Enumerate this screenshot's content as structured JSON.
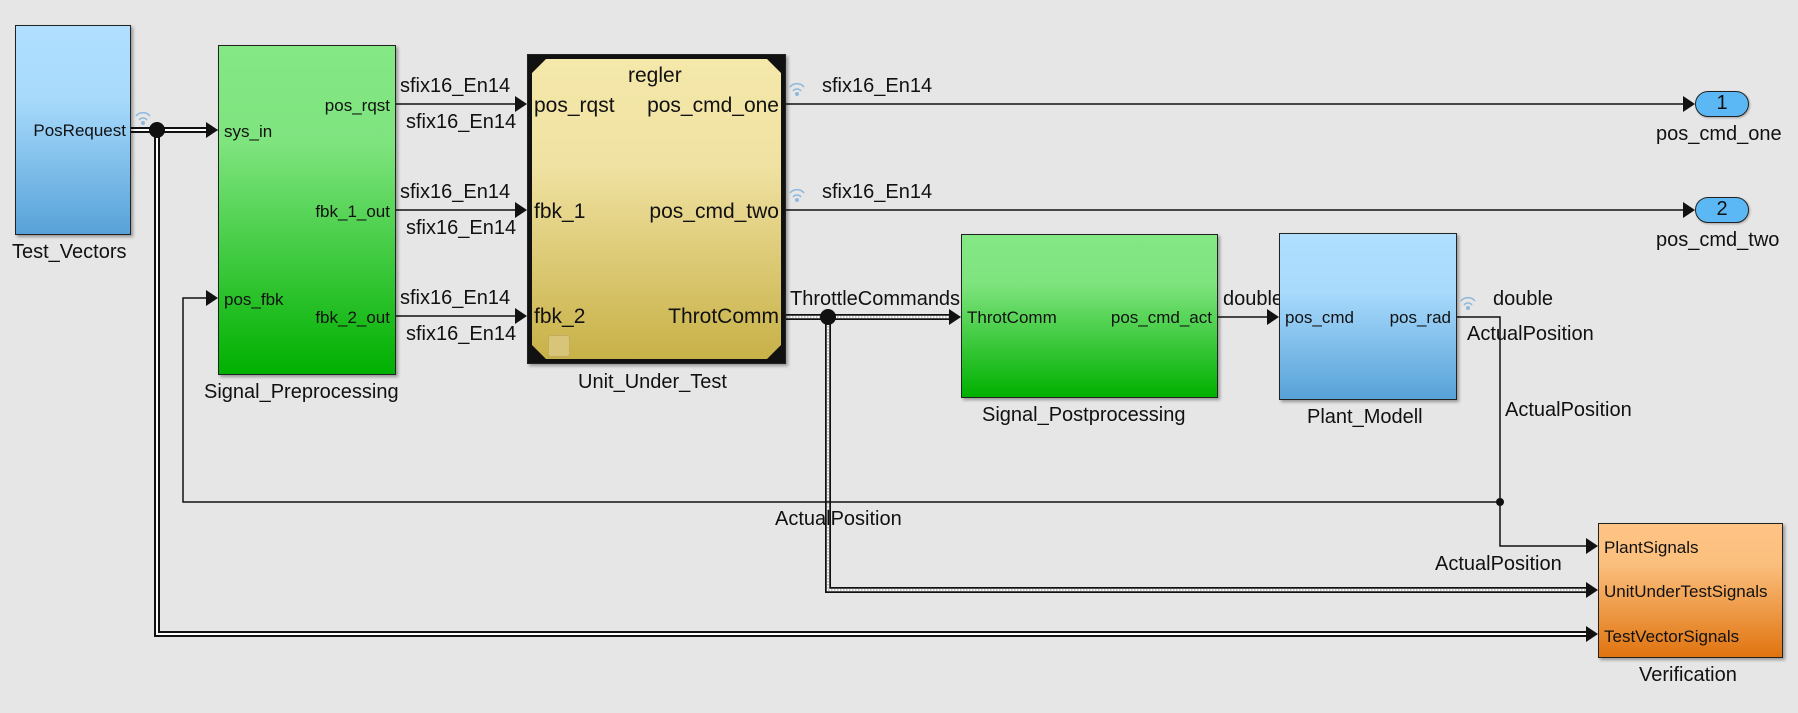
{
  "diagram": {
    "blocks": {
      "test_vectors": {
        "name": "Test_Vectors",
        "outputs": [
          "PosRequest"
        ]
      },
      "signal_preprocessing": {
        "name": "Signal_Preprocessing",
        "inputs": [
          "sys_in",
          "pos_fbk"
        ],
        "outputs": [
          "pos_rqst",
          "fbk_1_out",
          "fbk_2_out"
        ]
      },
      "unit_under_test": {
        "name": "Unit_Under_Test",
        "referenced_model": "regler",
        "inputs": [
          "pos_rqst",
          "fbk_1",
          "fbk_2"
        ],
        "outputs": [
          "pos_cmd_one",
          "pos_cmd_two",
          "ThrotComm"
        ]
      },
      "signal_postprocessing": {
        "name": "Signal_Postprocessing",
        "inputs": [
          "ThrotComm"
        ],
        "outputs": [
          "pos_cmd_act"
        ]
      },
      "plant_modell": {
        "name": "Plant_Modell",
        "inputs": [
          "pos_cmd"
        ],
        "outputs": [
          "pos_rad"
        ]
      },
      "verification": {
        "name": "Verification",
        "inputs": [
          "PlantSignals",
          "UnitUnderTestSignals",
          "TestVectorSignals"
        ]
      },
      "outport_1": {
        "number": "1",
        "name": "pos_cmd_one"
      },
      "outport_2": {
        "number": "2",
        "name": "pos_cmd_two"
      }
    },
    "signal_labels": {
      "pre_out1_top": "sfix16_En14",
      "pre_out1_bottom": "sfix16_En14",
      "pre_out2_top": "sfix16_En14",
      "pre_out2_bottom": "sfix16_En14",
      "pre_out3_top": "sfix16_En14",
      "pre_out3_bottom": "sfix16_En14",
      "uut_out1": "sfix16_En14",
      "uut_out2": "sfix16_En14",
      "throttle": "ThrottleCommands",
      "post_out": "double",
      "plant_out_type": "double",
      "plant_out_name": "ActualPosition",
      "actual_vertical": "ActualPosition",
      "actual_feedback": "ActualPosition",
      "actual_verification": "ActualPosition"
    },
    "colors": {
      "background": "#e6e6e6",
      "subsystem_blue": "#a8dafc",
      "subsystem_green": "#00b000",
      "model_ref_gold": "#c8b148",
      "verification_orange": "#e07410",
      "outport_blue": "#5cb8f5",
      "logging_icon": "#8fb8dc"
    }
  }
}
